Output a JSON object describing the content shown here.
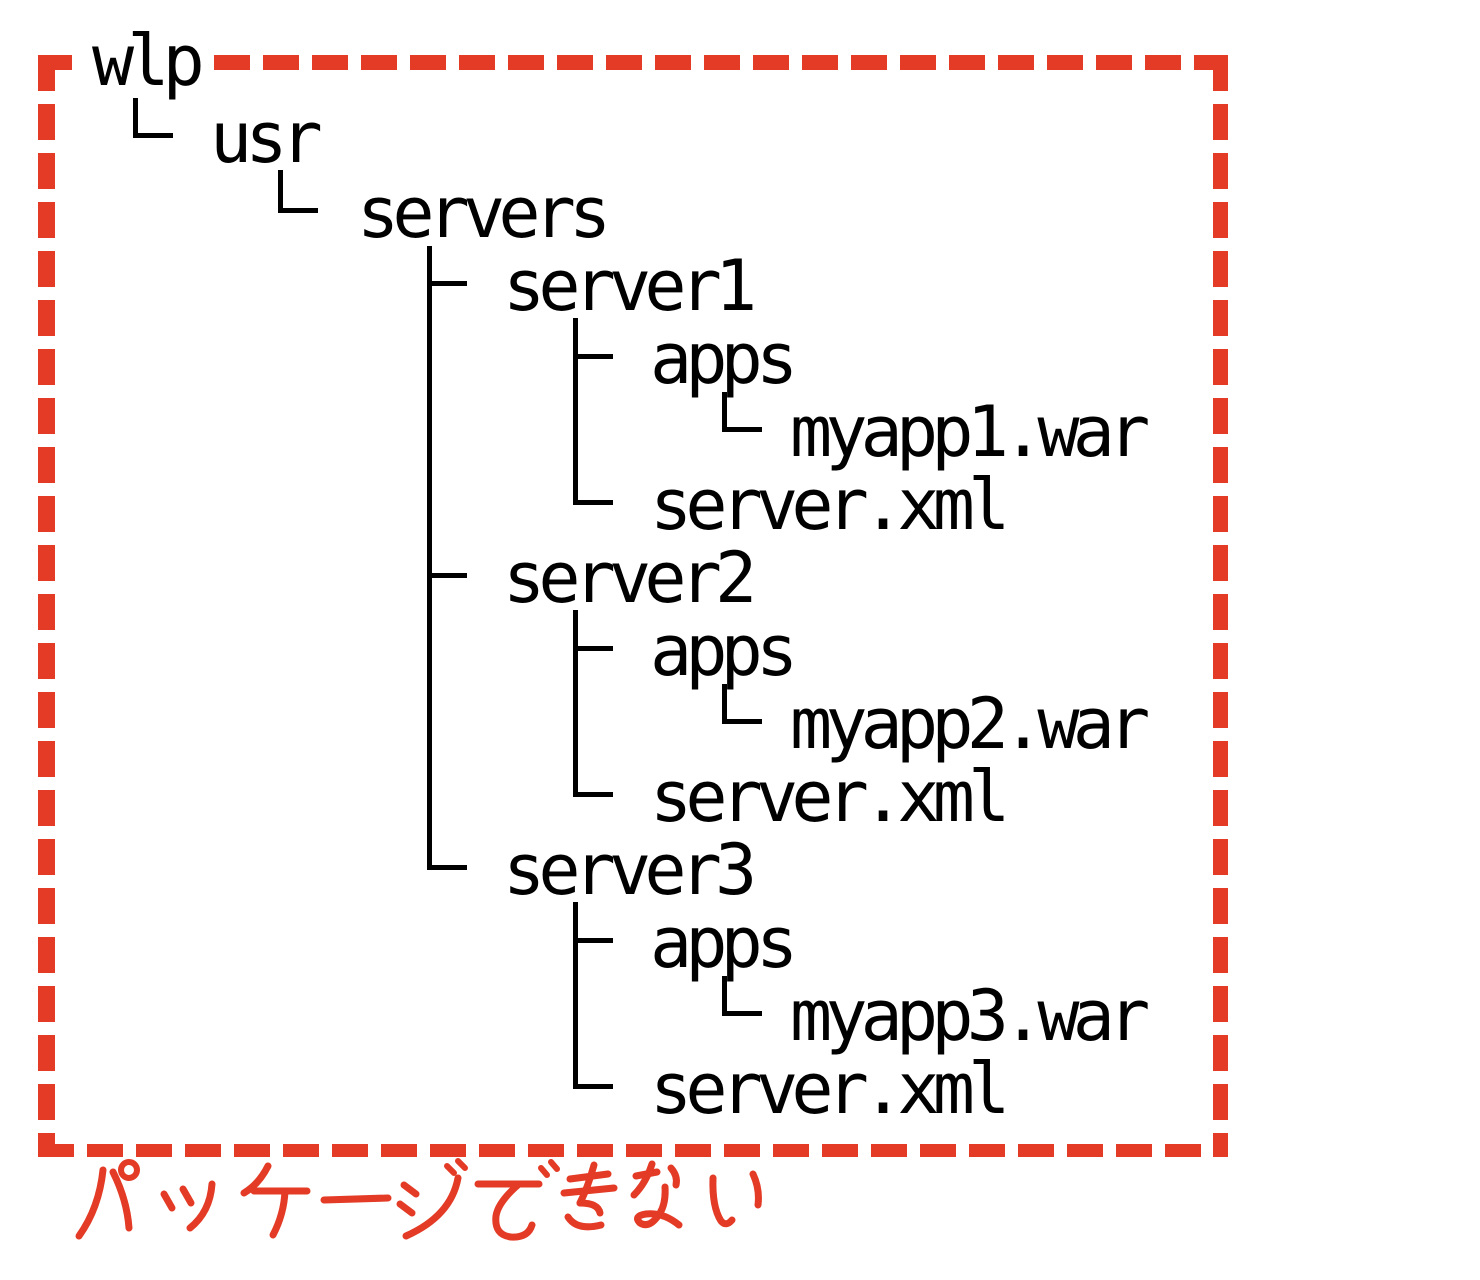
{
  "figure": {
    "type": "directory-tree-diagram",
    "background": "#ffffff",
    "colors": {
      "highlight_red": "#e33b26",
      "tree_black": "#000000"
    },
    "annotation": {
      "text": "パッケージできない"
    },
    "rows": [
      {
        "label": "wlp",
        "depth": 0
      },
      {
        "label": "usr",
        "depth": 1
      },
      {
        "label": "servers",
        "depth": 2
      },
      {
        "label": "server1",
        "depth": 3
      },
      {
        "label": "apps",
        "depth": 4
      },
      {
        "label": "myapp1.war",
        "depth": 5
      },
      {
        "label": "server.xml",
        "depth": 4
      },
      {
        "label": "server2",
        "depth": 3
      },
      {
        "label": "apps",
        "depth": 4
      },
      {
        "label": "myapp2.war",
        "depth": 5
      },
      {
        "label": "server.xml",
        "depth": 4
      },
      {
        "label": "server3",
        "depth": 3
      },
      {
        "label": "apps",
        "depth": 4
      },
      {
        "label": "myapp3.war",
        "depth": 5
      },
      {
        "label": "server.xml",
        "depth": 4
      }
    ]
  }
}
